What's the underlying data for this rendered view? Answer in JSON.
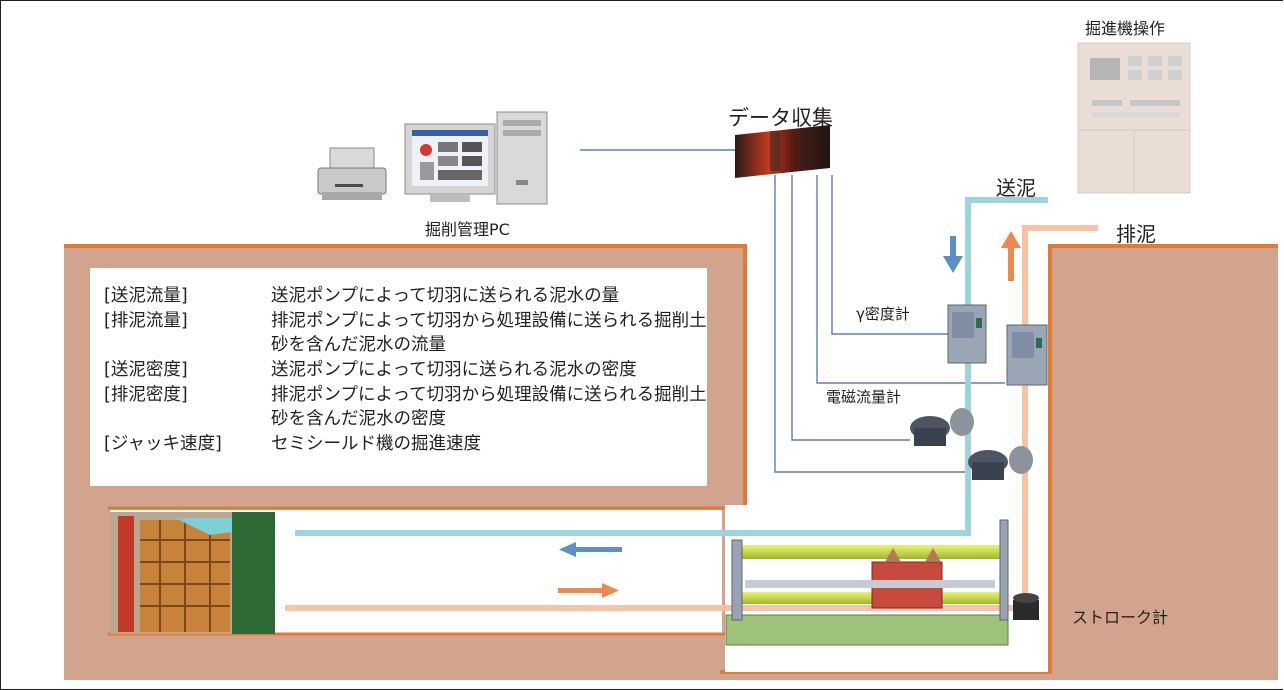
{
  "labels": {
    "machine_operation": "掘進機操作",
    "data_collection": "データ収集",
    "pc_label": "掘削管理PC",
    "feed_mud": "送泥",
    "discharge_mud": "排泥",
    "gamma_densitometer": "γ密度計",
    "em_flowmeter": "電磁流量計",
    "stroke_meter": "ストローク計"
  },
  "legend": [
    {
      "term": "[送泥流量]",
      "desc": "送泥ポンプによって切羽に送られる泥水の量"
    },
    {
      "term": "[排泥流量]",
      "desc": "排泥ポンプによって切羽から処理設備に送られる掘削土砂を含んだ泥水の流量"
    },
    {
      "term": "[送泥密度]",
      "desc": "送泥ポンプによって切羽に送られる泥水の密度"
    },
    {
      "term": "[排泥密度]",
      "desc": "排泥ポンプによって切羽から処理設備に送られる掘削土砂を含んだ泥水の密度"
    },
    {
      "term": "[ジャッキ速度]",
      "desc": "セミシールド機の掘進速度"
    }
  ],
  "colors": {
    "ground": "#d2a48e",
    "ground_edge": "#e07a35",
    "feed_pipe": "#9fd3df",
    "discharge_pipe": "#f7c3a5",
    "signal_line": "#5a7dbd",
    "blue_arrow": "#5b8fc9",
    "orange_arrow": "#ec8a4e"
  }
}
